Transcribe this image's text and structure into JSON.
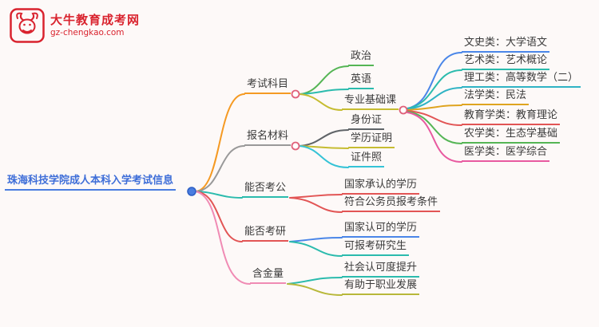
{
  "logo": {
    "name": "大牛教育成考网",
    "site": "gz-chengkao.com",
    "brand_color": "#d9232e"
  },
  "root": {
    "label": "珠海科技学院成人本科入学考试信息",
    "color": "#3e6ed8"
  },
  "branches": [
    {
      "label": "考试科目",
      "color": "#f59a23",
      "children": [
        {
          "label": "政治",
          "color": "#55b555"
        },
        {
          "label": "英语",
          "color": "#2bbbad"
        },
        {
          "label": "专业基础课",
          "color": "#c6bc31",
          "children": [
            {
              "label": "文史类：大学语文",
              "color": "#4a86e8"
            },
            {
              "label": "艺术类：艺术概论",
              "color": "#2bbbad"
            },
            {
              "label": "理工类：高等数学（二）",
              "color": "#2fb3c4"
            },
            {
              "label": "法学类：民法",
              "color": "#dfa420"
            },
            {
              "label": "教育学类：教育理论",
              "color": "#e25555"
            },
            {
              "label": "农学类：生态学基础",
              "color": "#55b555"
            },
            {
              "label": "医学类：医学综合",
              "color": "#e85aa0"
            }
          ]
        }
      ]
    },
    {
      "label": "报名材料",
      "color": "#999999",
      "children": [
        {
          "label": "身份证",
          "color": "#606468"
        },
        {
          "label": "学历证明",
          "color": "#c6bc31"
        },
        {
          "label": "证件照",
          "color": "#35c3d6"
        }
      ]
    },
    {
      "label": "能否考公",
      "color": "#2bbbad",
      "children": [
        {
          "label": "国家承认的学历",
          "color": "#e25555"
        },
        {
          "label": "符合公务员报考条件",
          "color": "#e25555"
        }
      ]
    },
    {
      "label": "能否考研",
      "color": "#e25555",
      "children": [
        {
          "label": "国家认可的学历",
          "color": "#4a86e8"
        },
        {
          "label": "可报考研究生",
          "color": "#2bbbad"
        }
      ]
    },
    {
      "label": "含金量",
      "color": "#f08bb4",
      "children": [
        {
          "label": "社会认可度提升",
          "color": "#2bbbad"
        },
        {
          "label": "有助于职业发展",
          "color": "#b8b83a"
        }
      ]
    }
  ]
}
